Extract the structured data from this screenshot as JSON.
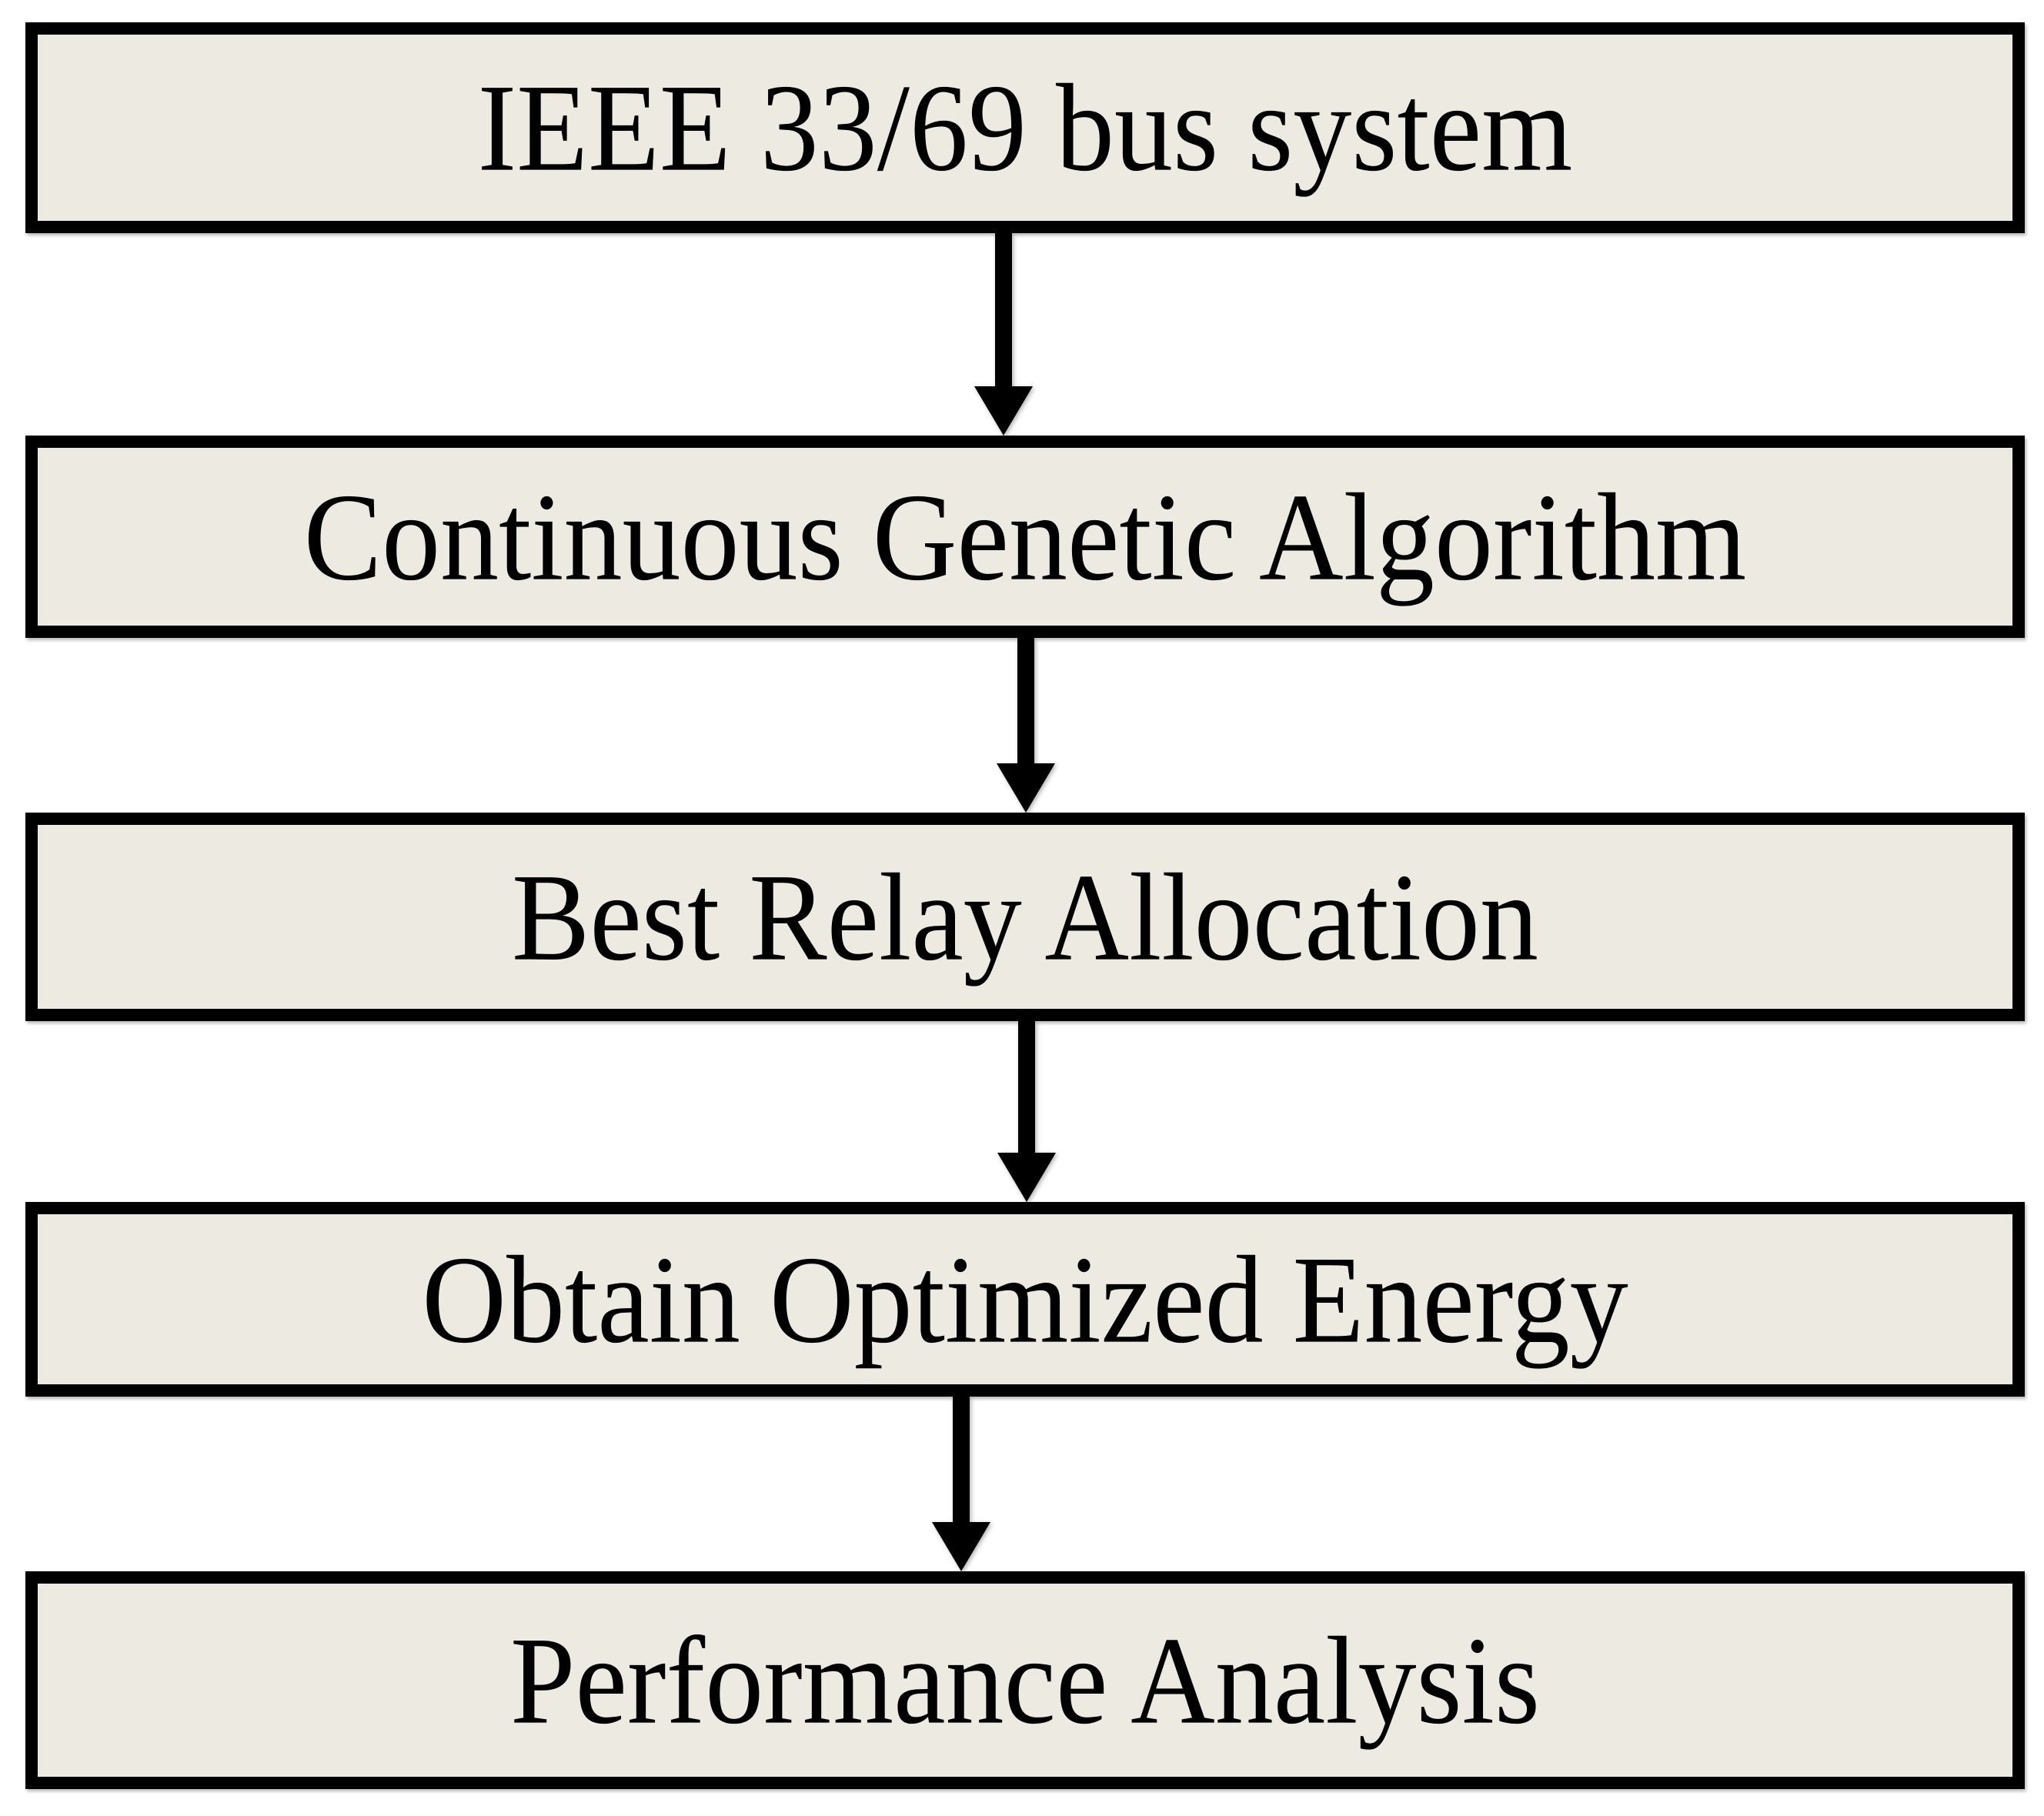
{
  "figure": {
    "type": "flowchart",
    "direction": "top-down",
    "nodes": [
      {
        "id": 1,
        "label": "IEEE 33/69 bus system"
      },
      {
        "id": 2,
        "label": "Continuous Genetic Algorithm"
      },
      {
        "id": 3,
        "label": "Best Relay Allocation"
      },
      {
        "id": 4,
        "label": "Obtain Optimized Energy"
      },
      {
        "id": 5,
        "label": "Performance Analysis"
      }
    ],
    "edges": [
      {
        "from": 1,
        "to": 2,
        "style": "arrow-down"
      },
      {
        "from": 2,
        "to": 3,
        "style": "arrow-down"
      },
      {
        "from": 3,
        "to": 4,
        "style": "arrow-down"
      },
      {
        "from": 4,
        "to": 5,
        "style": "arrow-down"
      }
    ],
    "colors": {
      "background": "#FFFFFF",
      "node_fill": "#EDEBE1",
      "node_border": "#000000",
      "arrow": "#000000",
      "text": "#000000"
    }
  }
}
